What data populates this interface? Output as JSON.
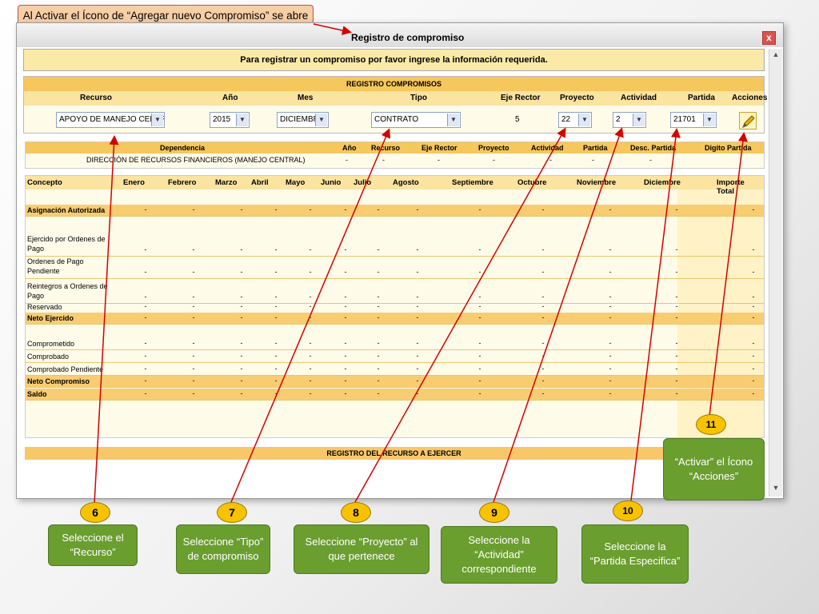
{
  "top_callout": {
    "text": "Al Activar el Ícono de “Agregar nuevo Compromiso” se abre el cuadro de dialogo: “Registro de Compromiso”"
  },
  "window": {
    "title": "Registro de compromiso",
    "close": "x"
  },
  "banner": "Para registrar un compromiso por favor ingrese la información requerida.",
  "registro": {
    "section_title": "REGISTRO COMPROMISOS",
    "headers": [
      "Recurso",
      "Año",
      "Mes",
      "Tipo",
      "Eje Rector",
      "Proyecto",
      "Actividad",
      "Partida",
      "Acciones"
    ],
    "recurso": "APOYO DE MANEJO CENTR",
    "anio": "2015",
    "mes": "DICIEMBRE",
    "tipo": "CONTRATO",
    "eje_rector": "5",
    "proyecto": "22",
    "actividad": "2",
    "partida": "21701",
    "acciones_icon": "edit-pencil-icon"
  },
  "dependencia": {
    "headers": [
      "Dependencia",
      "Año",
      "Recurso",
      "Eje Rector",
      "Proyecto",
      "Actividad",
      "Partida",
      "Desc. Partida",
      "Digito Partida"
    ],
    "row": [
      "DIRECCIÓN DE RECURSOS FINANCIEROS (MANEJO CENTRAL)",
      "-",
      "-",
      "-",
      "-",
      "-",
      "-",
      "-",
      ""
    ]
  },
  "monthly": {
    "headers": [
      "Concepto",
      "Enero",
      "Febrero",
      "Marzo",
      "Abril",
      "Mayo",
      "Junio",
      "Julio",
      "Agosto",
      "Septiembre",
      "Octubre",
      "Noviembre",
      "Diciembre",
      "Importe Total"
    ],
    "rows": [
      {
        "label": "Asignación Autorizada",
        "bold": true
      },
      {
        "label": "Ejercido por Ordenes de Pago",
        "bold": false
      },
      {
        "label": "Ordenes de Pago Pendiente",
        "bold": false
      },
      {
        "label": "Reintegros a Ordenes de Pago",
        "bold": false
      },
      {
        "label": "Reservado",
        "bold": false
      },
      {
        "label": "Neto Ejercido",
        "bold": true
      },
      {
        "label": "Comprometido",
        "bold": false
      },
      {
        "label": "Comprobado",
        "bold": false
      },
      {
        "label": "Comprobado Pendiente",
        "bold": false
      },
      {
        "label": "Neto Compromiso",
        "bold": true
      },
      {
        "label": "Saldo",
        "bold": true
      }
    ],
    "dash": "-"
  },
  "footer_bar": "REGISTRO DEL RECURSO A EJERCER",
  "callouts": [
    {
      "num": "6",
      "text": "Seleccione el “Recurso”"
    },
    {
      "num": "7",
      "text": "Seleccione “Tipo” de compromiso"
    },
    {
      "num": "8",
      "text": "Seleccione “Proyecto” al que pertenece"
    },
    {
      "num": "9",
      "text": "Seleccione la “Actividad” correspondiente"
    },
    {
      "num": "10",
      "text": "Seleccione la “Partida Especifica”"
    },
    {
      "num": "11",
      "text": "“Activar” el Ícono “Acciones”"
    }
  ],
  "colors": {
    "accent_orange": "#f6c75c",
    "callout_green": "#6a9e2f",
    "badge_yellow": "#f7c200",
    "arrow_red": "#d40000"
  }
}
